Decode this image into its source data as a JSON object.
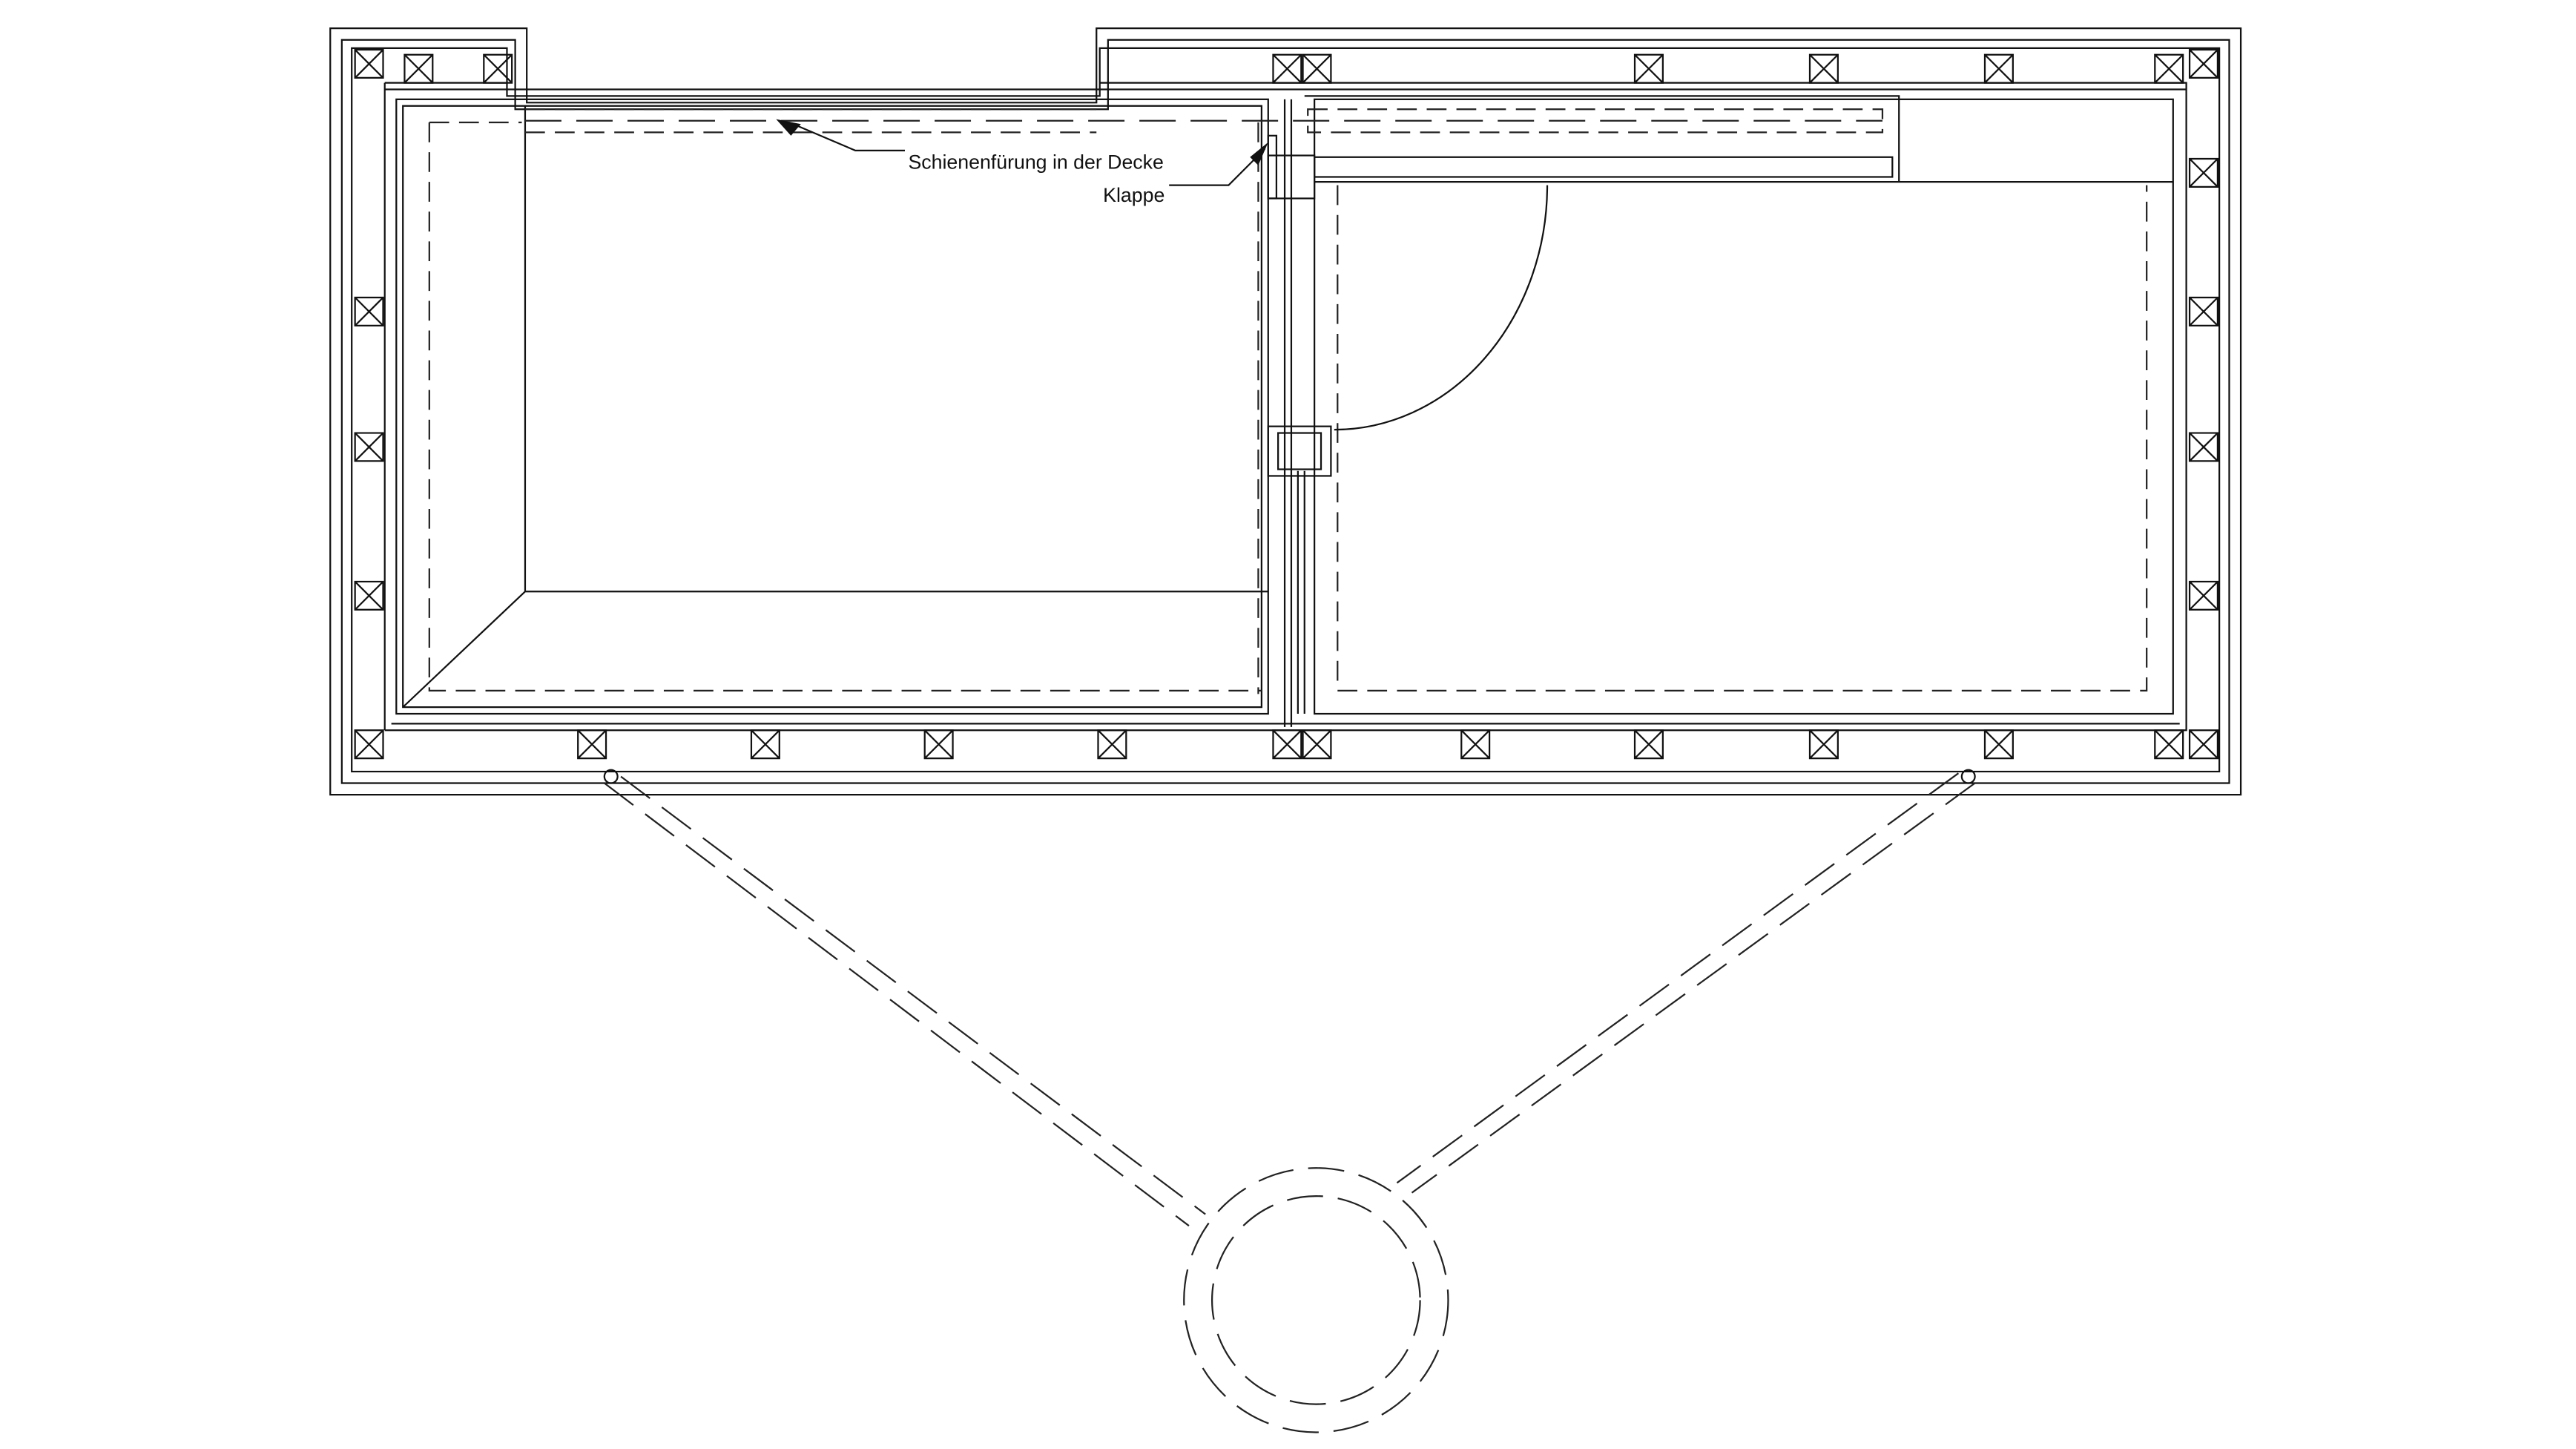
{
  "drawing": {
    "title": "Floor plan with ceiling rail and flap",
    "labels": {
      "rail": "Schienenfürung in der Decke",
      "flap": "Klappe"
    },
    "line_color": "#111111",
    "background": "#ffffff"
  }
}
